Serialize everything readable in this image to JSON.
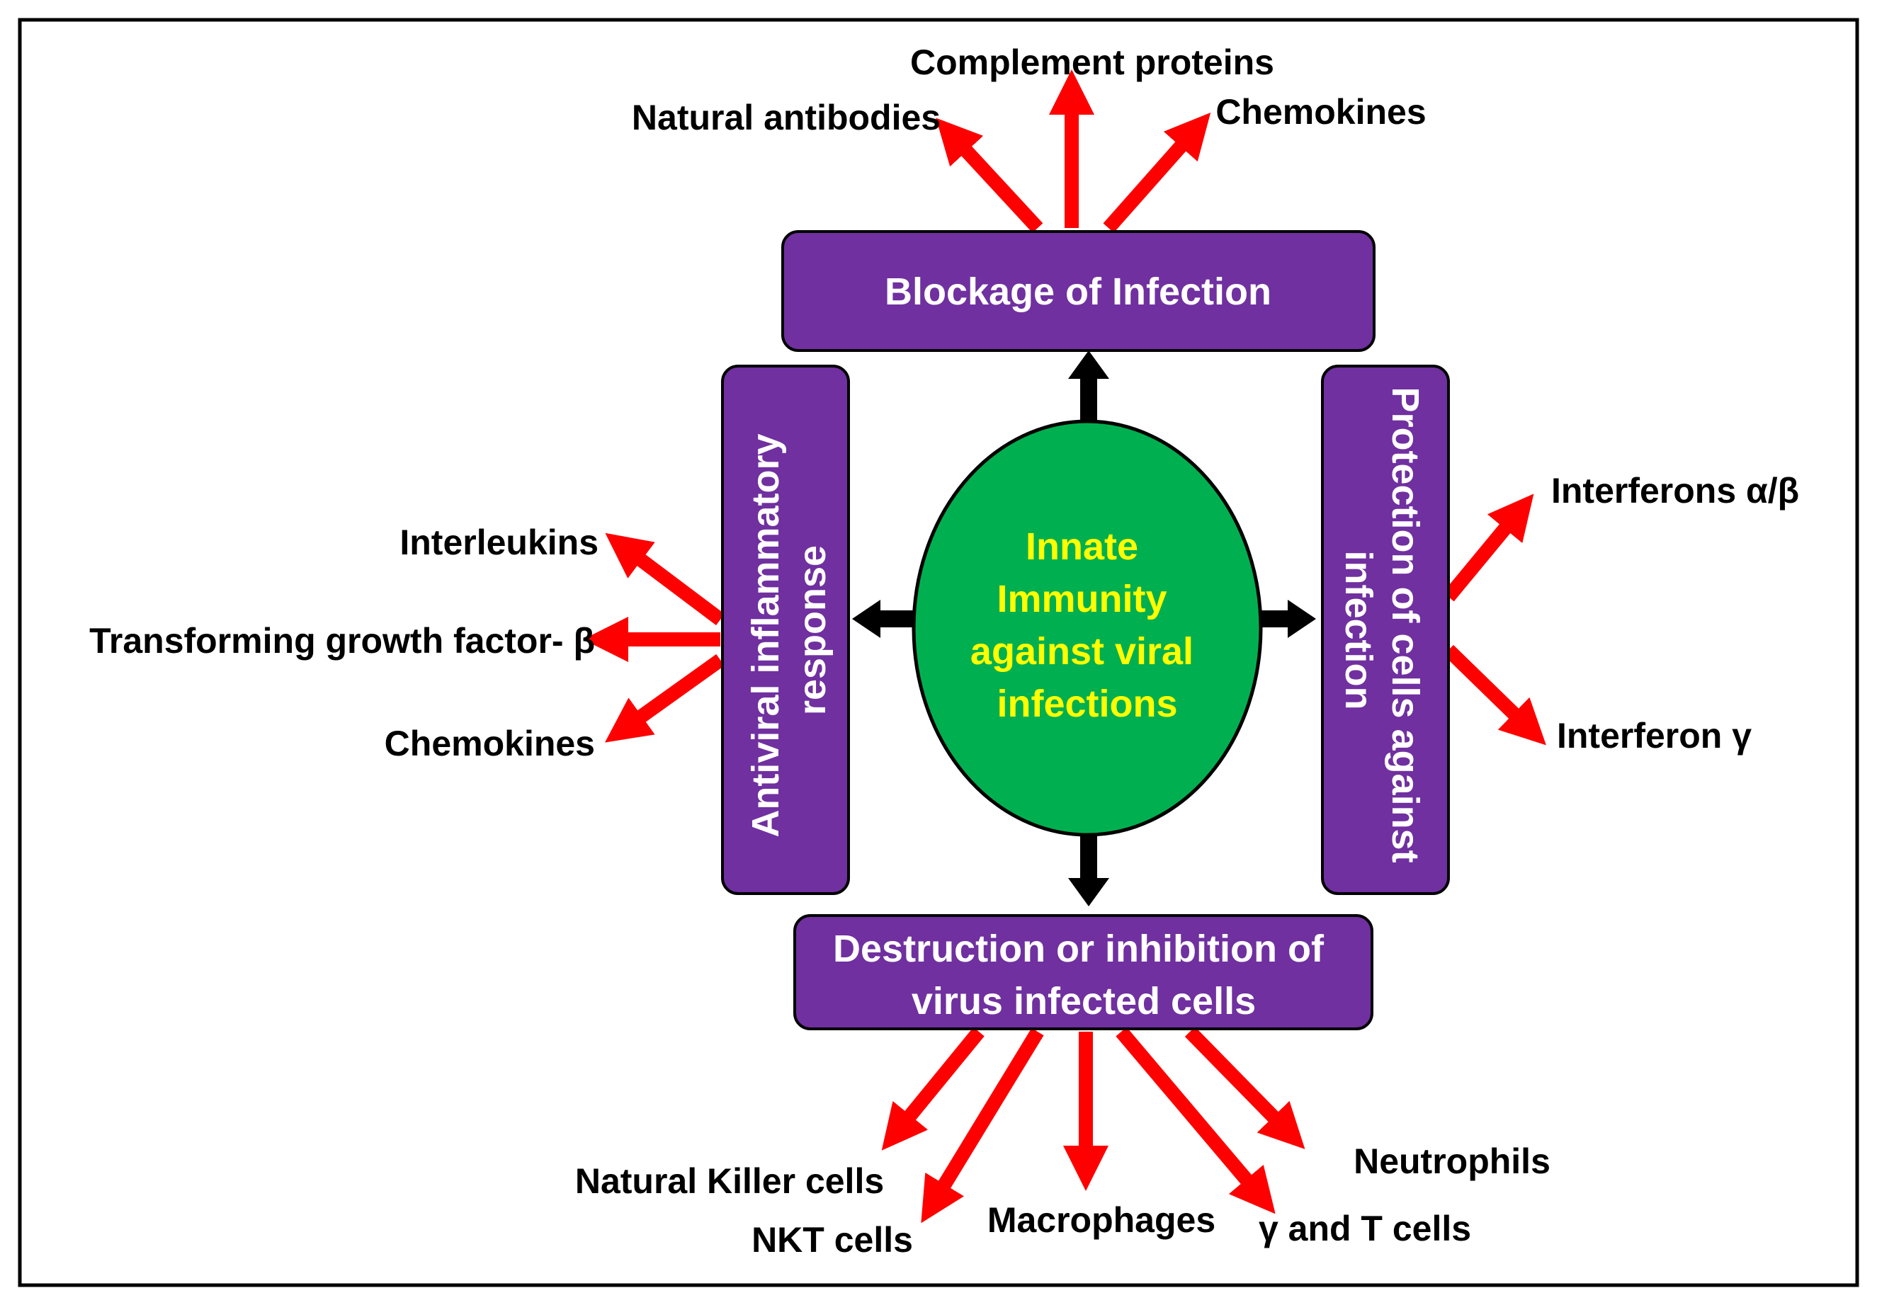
{
  "colors": {
    "box_fill": "#7030A0",
    "ellipse_fill": "#00B050",
    "center_text": "#FFFF00",
    "red_arrow": "#FF0000",
    "black_arrow": "#000000",
    "box_text": "#FFFFFF"
  },
  "center": {
    "lines": [
      "Innate",
      "Immunity",
      "against viral",
      "infections"
    ]
  },
  "boxes": {
    "top": "Blockage of Infection",
    "left": [
      "Antiviral inflammatory",
      "response"
    ],
    "right": [
      "Protection of cells against",
      "infection"
    ],
    "bottom": [
      "Destruction or inhibition of",
      "virus infected cells"
    ]
  },
  "labels": {
    "top": [
      "Complement proteins",
      "Natural antibodies",
      "Chemokines"
    ],
    "left": [
      "Interleukins",
      "Transforming growth factor- β",
      "Chemokines"
    ],
    "right": [
      "Interferons α/β",
      "Interferon γ"
    ],
    "bottom": [
      "Natural Killer cells",
      "NKT cells",
      "Macrophages",
      "γ and T cells",
      "Neutrophils"
    ]
  }
}
